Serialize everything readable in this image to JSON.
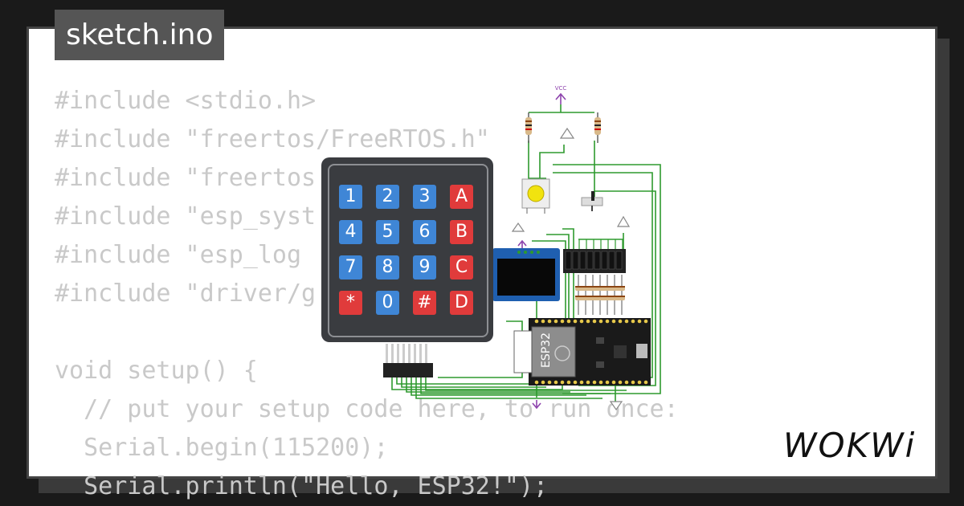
{
  "tab": {
    "label": "sketch.ino"
  },
  "code": {
    "lines": [
      "#include <stdio.h>",
      "#include \"freertos/FreeRTOS.h\"",
      "#include \"freertos",
      "#include \"esp_syst",
      "#include \"esp_log",
      "#include \"driver/g",
      "",
      "void setup() {",
      "  // put your setup code here, to run once:",
      "  Serial.begin(115200);",
      "  Serial.println(\"Hello, ESP32!\");"
    ]
  },
  "keypad": {
    "rows": [
      [
        "1",
        "2",
        "3",
        "A"
      ],
      [
        "4",
        "5",
        "6",
        "B"
      ],
      [
        "7",
        "8",
        "9",
        "C"
      ],
      [
        "*",
        "0",
        "#",
        "D"
      ]
    ]
  },
  "board": {
    "label": "ESP32"
  },
  "power": {
    "label": "VCC"
  },
  "brand": {
    "logo": "WOKWi"
  },
  "colors": {
    "wire": "#2e9a2e",
    "key_blue": "#3f86d6",
    "key_red": "#e03b3b",
    "vcc": "#8e44ad"
  }
}
